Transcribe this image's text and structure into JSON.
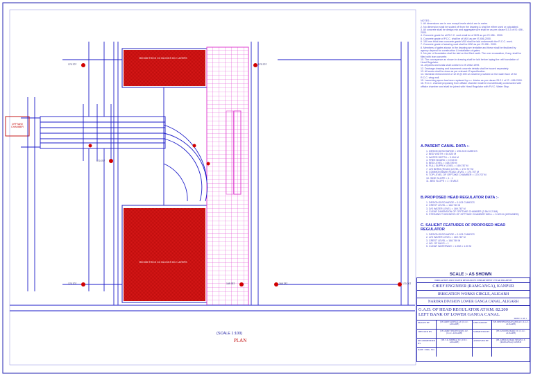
{
  "notes": {
    "heading": "NOTES :-",
    "items": [
      "1. All dimensions are in mm except levels which are in metre.",
      "2. No dimension shall be scaled off from the drawing & shall be either used or calculated.",
      "3. All concrete shall be design mix and aggregate size shall be as per clause 5.3.3 of IS: 456 - 2000.",
      "4. Concrete grade for all R.C.C. work shall be of M25 as per IS 456 - 2000.",
      "5. Concrete grade of P.C.C. shall be of M10 as per IS 456-2000.",
      "6. 150 mm thick lean concrete grade M10 shall be laid underneath the R.C.C. work.",
      "7. Concrete grade of wearing coat shall be M30 as per IS 456 - 2000.",
      "8. Members of gates shown in the drawing are tentative and these shall be finalized by agency depend for construction & installation of gates.",
      "9. No pier of foundation shall be laid on the filled earth. The over excavation, if any, shall be filled with lean concrete.",
      "10. The conveyance as shown in drawing shall be laid before laying the raft foundation of Head Regulator.",
      "11. All joints and seals shall conform to IS 2062-1999.",
      "12. Drainage drawing and basement concrete details shall be issued separately.",
      "13. All works shall be done as per relevant IS specification.",
      "14. Nominal reinforcement of 12 Ø @ 200 c/c shall be provided on the water face of the R.C.C. wing wall.",
      "15. Launching apron has been replaced by c.c. blocks as per clause 29.2.1 of IS : 456-2000.",
      "16. R.C.C. channel proposing from offtake chamber shall be monolithically constructed with offtake chamber and shall be joined with Head Regulator with P.V.C. Water Stop."
    ]
  },
  "parent_canal": {
    "heading": "A.PARENT CANAL DATA :-",
    "items": [
      "1. DESIGN DISCHARGE = 190.223 CUMECS",
      "2. BED WIDTH = 64.620 M",
      "3. WATER DEPTH = 3.094 M",
      "4. FREE BOARD = 0.915 M",
      "5. BED LEVEL = 168.789 M",
      "6. FULL SUPPLY LEVEL = 169.787 M",
      "7. U/S BERM (ROAD) LEVEL = 170.707 M",
      "8. COMMON BANK ROAD LEVEL = 170.707 M",
      "9. TOP LEVEL OF OFFTAKE CHAMBER = 170.707 M",
      "10. SIDE SLOPE = 1 : 1",
      "11. BED SLOPE = 1 : 5 MILE"
    ]
  },
  "head_regulator": {
    "heading": "B.PROPOSED HEAD REGULATOR DATA :-",
    "items": [
      "1. DESIGN DISCHARGE = 0.103 CUMECS",
      "2. CREST LEVEL = 168.749 M",
      "3. D/S WATER LEVEL = 169.787 M",
      "4. CLEAR DIMENSION OF OFFTAKE CHAMBER (2.5M X 2.5M)",
      "5. STEINING THICKNESS OF OFFTAKE CHAMBER WELL = 0.300 M (ASSUMED)"
    ]
  },
  "salient": {
    "heading": "C. SALIENT FEATURES OF PROPOSED HEAD REGULATOR",
    "items": [
      "1. DESIGN DISCHARGE = 0.103 CUMECS",
      "2. U/S WATER LEVEL = 169.787 M",
      "3. CREST LEVEL = 168.749 M",
      "4. NO. OF BAYS = 1",
      "5. CLEAR WATERWAY = 1.052 x 1.00 M"
    ]
  },
  "scale": "SCALE :-   AS SHOWN",
  "title_block": {
    "dept": "IRRIGATION AND WATER RESOURCES DEPARTMENT UTTAR PRADESH",
    "chief": "CHIEF ENGINEER (RAMGANGA), KANPUR",
    "circle": "IRRIGATION WORKS CIRCLE, ALIGARH",
    "division": "NARORA DIVISION LOWER GANGA CANAL, ALIGARH",
    "title1": "G.A.D. OF HEAD REGULATOR AT KM. 82.200",
    "title2": "LEFT BANK OF LOWER GANGA CANAL",
    "sheet": "SHEET 1 OF 1",
    "rows": [
      {
        "left": "DRAWN BY",
        "mid": "(SH. AMIT SAXENA) A.E. (L.G.C. ALIGARH)",
        "right_label": "CHECKED BY",
        "right": "(SH. DINESH KUMAR SAINI) A.E. (L.G.C. ALIGARH)"
      },
      {
        "left": "CHECKED BY",
        "mid": "(SH. AMRIT SINGH YADAV) A.E. (L.G.C. ALIGARH)",
        "right_label": "SUBMITTED BY",
        "right": "(SH. ANOOP KUMAR) E.E. (L.G.C. ALIGARH)"
      },
      {
        "left": "RECOMMENDED BY",
        "mid": "(SH. S.K. MISHRA) S.E. (I.W.C. ALIGARH)",
        "right_label": "APPROVED BY",
        "right": "(SH. ASHOK KUMAR SINGH) C.E. (RAMGANGA) KANPUR"
      },
      {
        "left": "DATE / DRG. NO.",
        "mid": "",
        "right_label": "",
        "right": ""
      }
    ]
  },
  "plan": {
    "scale_label": "(SCALE 1:100)",
    "label": "PLAN",
    "offtake_label": "OFFTAKE CHAMBER",
    "upper_block_label": "900 MM THICK CC BLOCKS IN 2 LAYERS",
    "lower_block_label": "900 MM THICK CC BLOCKS IN 2 LAYERS",
    "levels": [
      "170.707",
      "170.707",
      "170.707",
      "170.707",
      "169.787",
      "169.787",
      "170.707"
    ]
  },
  "colors": {
    "linework": "#1a1ac8",
    "hatch": "#d00000",
    "pink": "#e040d0",
    "text": "#1a1aa0"
  }
}
